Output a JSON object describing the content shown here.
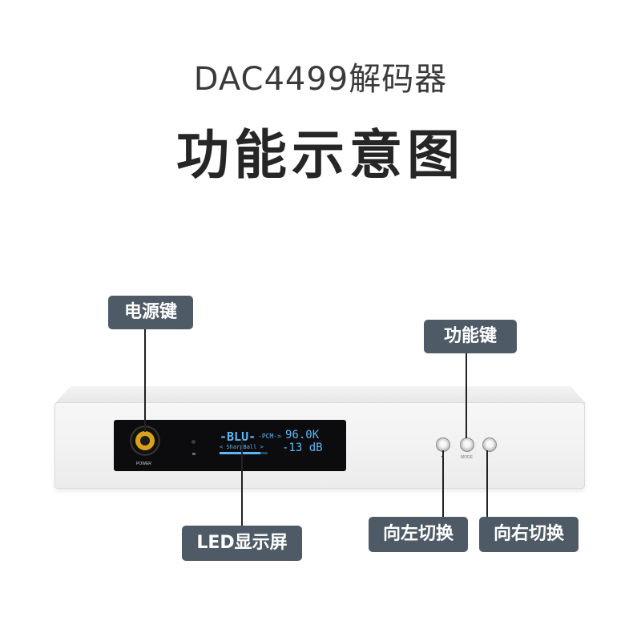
{
  "header": {
    "subtitle": "DAC4499解码器",
    "title": "功能示意图"
  },
  "device": {
    "power_label": "POWER",
    "display": {
      "input": "-BLU-",
      "format": "-PCM->",
      "sample_rate": "96.0K",
      "filter": "< SharpBall >",
      "volume": "-13 dB",
      "volume_level": 0.85
    },
    "buttons": {
      "left_caption": "◂",
      "mode_caption": "MODE",
      "right_caption": "▸"
    },
    "colors": {
      "lcd_text": "#5bb8f5",
      "power_ring": "#d9a21a",
      "callout_bg": "#4e5b66"
    }
  },
  "callouts": {
    "power": "电源键",
    "function": "功能键",
    "led": "LED显示屏",
    "left": "向左切换",
    "right": "向右切换"
  }
}
